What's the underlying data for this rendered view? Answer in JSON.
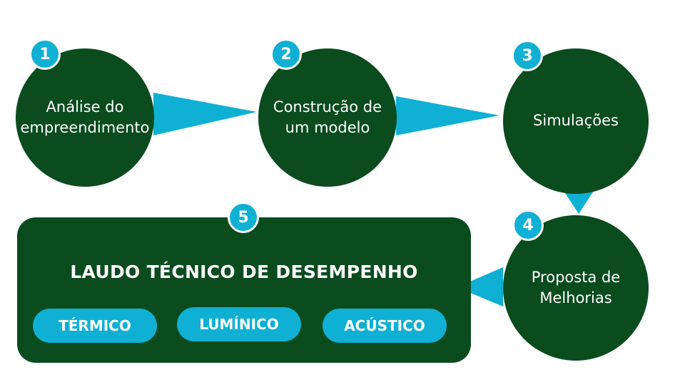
{
  "colors": {
    "dark_green": "#0a4c1e",
    "accent": "#0fb0d3",
    "text": "#ffffff"
  },
  "steps": [
    {
      "number": "1",
      "label": "Análise do\nempreendimento"
    },
    {
      "number": "2",
      "label": "Construção de\num modelo"
    },
    {
      "number": "3",
      "label": "Simulações"
    },
    {
      "number": "4",
      "label": "Proposta de\nMelhorias"
    }
  ],
  "report": {
    "number": "5",
    "title": "LAUDO TÉCNICO DE DESEMPENHO",
    "categories": [
      "TÉRMICO",
      "LUMÍNICO",
      "ACÚSTICO"
    ]
  }
}
